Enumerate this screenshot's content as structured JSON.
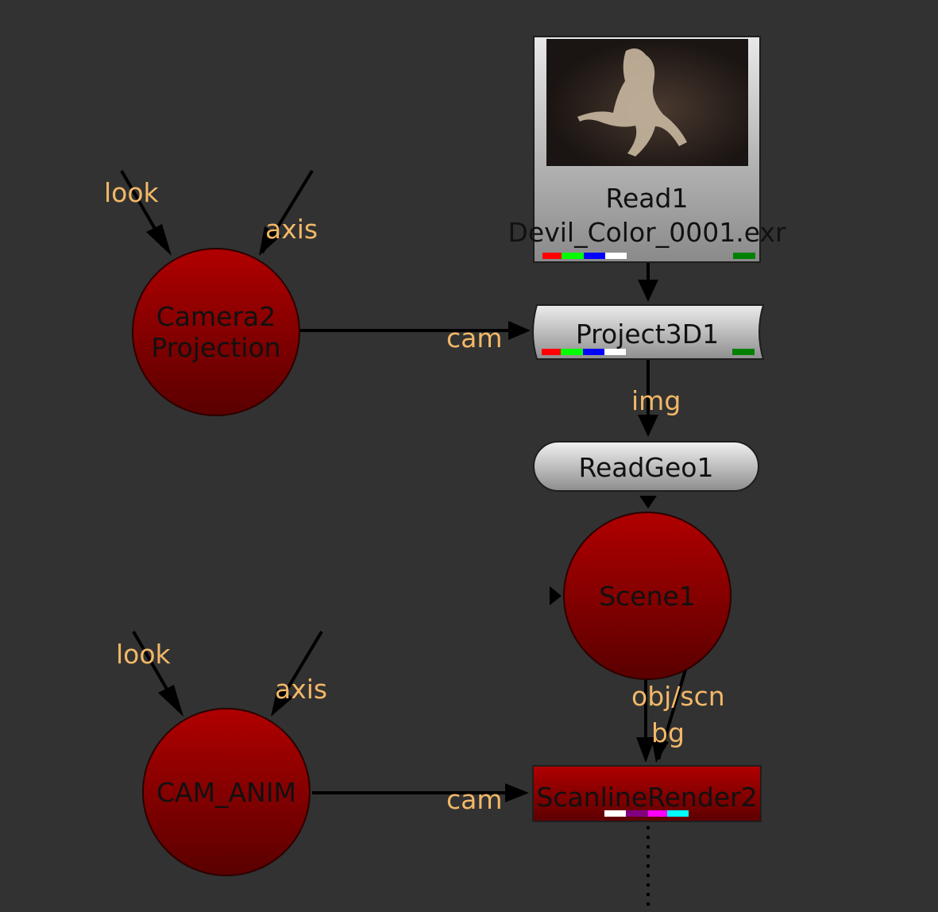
{
  "nodes": {
    "read": {
      "name": "Read1",
      "file": "Devil_Color_0001.exr",
      "channel_colors": [
        "#ff0000",
        "#00ff00",
        "#0000ff",
        "#ffffff"
      ],
      "indicator_color": "#008000"
    },
    "project": {
      "name": "Project3D1",
      "channel_colors": [
        "#ff0000",
        "#00ff00",
        "#0000ff",
        "#ffffff"
      ],
      "indicator_color": "#008000"
    },
    "readgeo": {
      "name": "ReadGeo1"
    },
    "scene": {
      "name": "Scene1"
    },
    "scanline": {
      "name": "ScanlineRender2",
      "channel_colors": [
        "#ffffff",
        "#800080",
        "#ff00ff",
        "#00ffff"
      ]
    },
    "camera_proj": {
      "line1": "Camera2",
      "line2": "Projection"
    },
    "cam_anim": {
      "name": "CAM_ANIM"
    }
  },
  "labels": {
    "look1": "look",
    "axis1": "axis",
    "cam1": "cam",
    "img": "img",
    "objscn": "obj/scn",
    "bg": "bg",
    "look2": "look",
    "axis2": "axis",
    "cam2": "cam"
  }
}
